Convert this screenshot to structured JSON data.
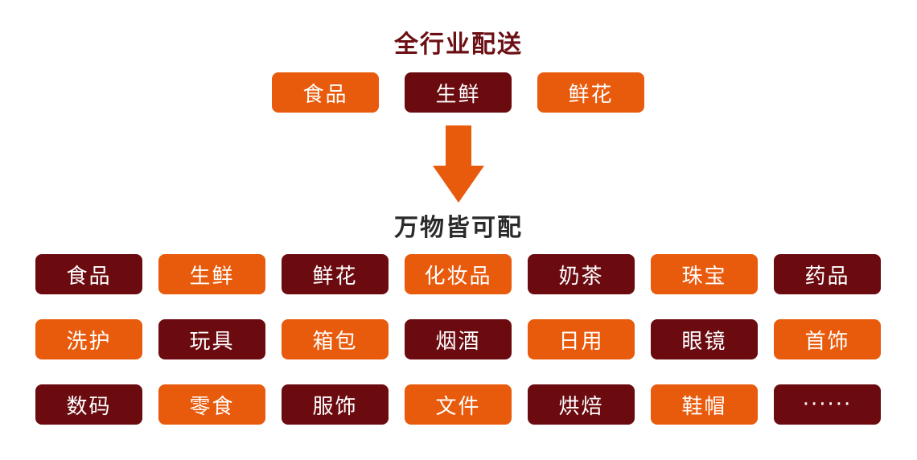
{
  "title_top": "全行业配送",
  "title_bottom": "万物皆可配",
  "colors": {
    "orange": "#e85a0c",
    "maroon": "#6b0b10",
    "arrow": "#e85a0c"
  },
  "top_tags": [
    {
      "label": "食品",
      "color": "orange"
    },
    {
      "label": "生鲜",
      "color": "maroon"
    },
    {
      "label": "鲜花",
      "color": "orange"
    }
  ],
  "grid_tags": [
    [
      {
        "label": "食品",
        "color": "maroon"
      },
      {
        "label": "生鲜",
        "color": "orange"
      },
      {
        "label": "鲜花",
        "color": "maroon"
      },
      {
        "label": "化妆品",
        "color": "orange"
      },
      {
        "label": "奶茶",
        "color": "maroon"
      },
      {
        "label": "珠宝",
        "color": "orange"
      },
      {
        "label": "药品",
        "color": "maroon"
      }
    ],
    [
      {
        "label": "洗护",
        "color": "orange"
      },
      {
        "label": "玩具",
        "color": "maroon"
      },
      {
        "label": "箱包",
        "color": "orange"
      },
      {
        "label": "烟酒",
        "color": "maroon"
      },
      {
        "label": "日用",
        "color": "orange"
      },
      {
        "label": "眼镜",
        "color": "maroon"
      },
      {
        "label": "首饰",
        "color": "orange"
      }
    ],
    [
      {
        "label": "数码",
        "color": "maroon"
      },
      {
        "label": "零食",
        "color": "orange"
      },
      {
        "label": "服饰",
        "color": "maroon"
      },
      {
        "label": "文件",
        "color": "orange"
      },
      {
        "label": "烘焙",
        "color": "maroon"
      },
      {
        "label": "鞋帽",
        "color": "orange"
      },
      {
        "label": "······",
        "color": "maroon"
      }
    ]
  ]
}
